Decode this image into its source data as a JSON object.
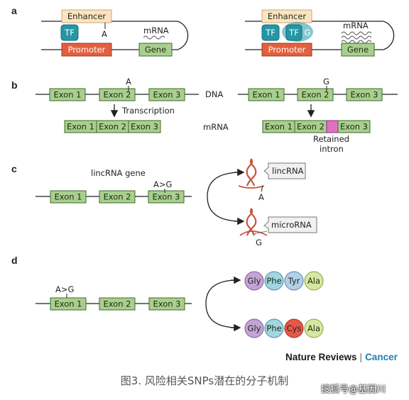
{
  "panels": {
    "a": "a",
    "b": "b",
    "c": "c",
    "d": "d"
  },
  "panel_a": {
    "left": {
      "enhancer": "Enhancer",
      "tf": "TF",
      "allele": "A",
      "mrna": "mRNA",
      "promoter": "Promoter",
      "gene": "Gene"
    },
    "right": {
      "enhancer": "Enhancer",
      "tf1": "TF",
      "tf2": "TF",
      "allele": "G",
      "mrna": "mRNA",
      "promoter": "Promoter",
      "gene": "Gene"
    }
  },
  "panel_b": {
    "left_allele": "A",
    "right_allele": "G",
    "exons": [
      "Exon 1",
      "Exon 2",
      "Exon 3"
    ],
    "dna_label": "DNA",
    "transcription": "Transcription",
    "mrna_label": "mRNA",
    "retained_line1": "Retained",
    "retained_line2": "intron"
  },
  "panel_c": {
    "gene_label": "lincRNA gene",
    "allele_change": "A>G",
    "exons": [
      "Exon 1",
      "Exon 2",
      "Exon 3"
    ],
    "lincrna": "lincRNA",
    "lincrna_allele": "A",
    "microrna": "microRNA",
    "microrna_allele": "G"
  },
  "panel_d": {
    "allele_change": "A>G",
    "exons": [
      "Exon 1",
      "Exon 2",
      "Exon 3"
    ],
    "protein_top": [
      "Gly",
      "Phe",
      "Tyr",
      "Ala"
    ],
    "protein_bottom": [
      "Gly",
      "Phe",
      "Cys",
      "Ala"
    ]
  },
  "colors": {
    "exon": "#a9cf8e",
    "enhancer": "#fce3c2",
    "promoter": "#e2603f",
    "gene": "#a9cf8e",
    "tf": "#2596a5",
    "gly": "#c4a3d6",
    "phe": "#9fd6e0",
    "tyr": "#b3cfea",
    "ala": "#d5e7a1",
    "cys": "#e8574a",
    "intron": "#e070c4"
  },
  "brand": {
    "bold": "Nature Reviews",
    "sep": "|",
    "journal": "Cancer"
  },
  "caption": "图3. 风险相关SNPs潜在的分子机制",
  "watermark": "搜狐号@基因川"
}
